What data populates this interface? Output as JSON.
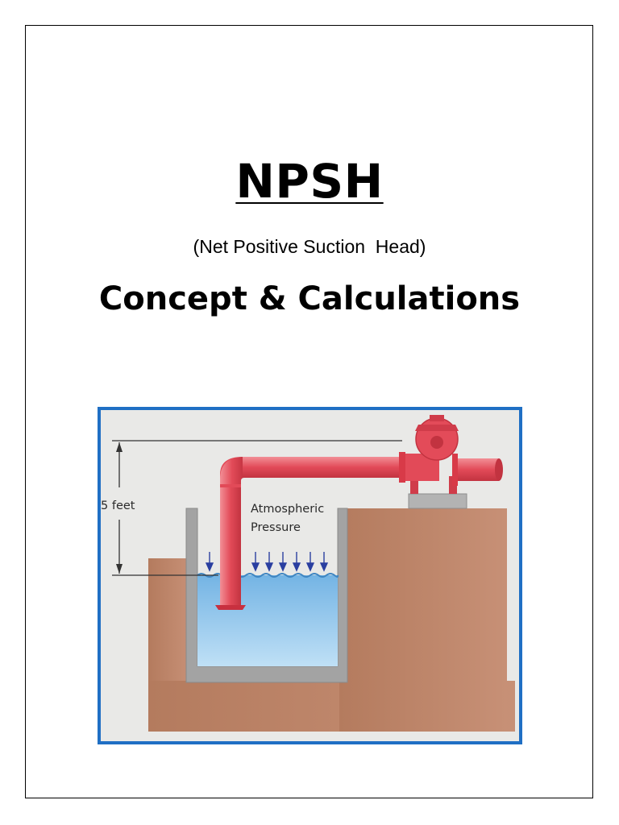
{
  "document": {
    "title": "NPSH",
    "subtitle": "(Net Positive Suction  Head)",
    "heading": "Concept & Calculations"
  },
  "figure": {
    "height_label": "5 feet",
    "pressure_label_line1": "Atmospheric",
    "pressure_label_line2": "Pressure",
    "colors": {
      "frame": "#1f6fc4",
      "background": "#e9e9e7",
      "ground": "#b98063",
      "water": "#6fb0e0",
      "pipe": "#e0404f",
      "concrete": "#9a9a9a",
      "arrow": "#2a3fa0"
    }
  }
}
